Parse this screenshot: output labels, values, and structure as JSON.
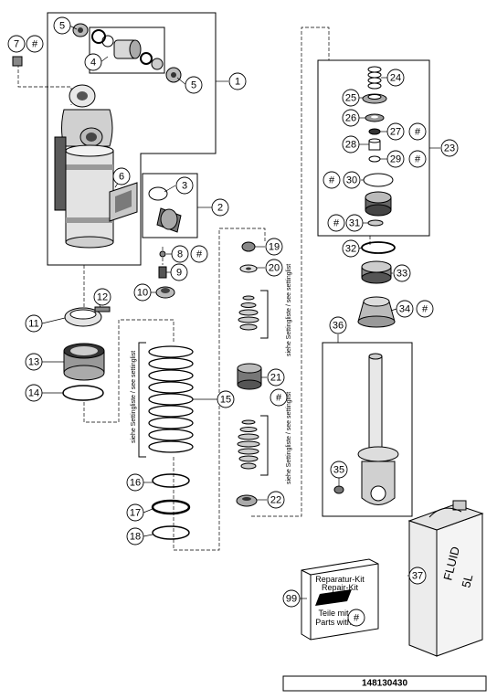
{
  "diagram": {
    "drawing_id": "148130430",
    "hash_symbol": "#",
    "callouts": [
      "1",
      "2",
      "3",
      "4",
      "5",
      "6",
      "7",
      "8",
      "9",
      "10",
      "11",
      "12",
      "13",
      "14",
      "15",
      "16",
      "17",
      "18",
      "19",
      "20",
      "21",
      "22",
      "23",
      "24",
      "25",
      "26",
      "27",
      "28",
      "29",
      "30",
      "31",
      "32",
      "33",
      "34",
      "35",
      "36",
      "37",
      "99"
    ],
    "setting_note": "siehe Settingliste / see settinglist",
    "repair_kit": {
      "line1": "Reparatur-Kit",
      "line2": "Repair-Kit",
      "line3": "Teile mit",
      "line4": "Parts with"
    },
    "fluid_can": {
      "line1": "FLUID",
      "line2": "5L"
    }
  }
}
